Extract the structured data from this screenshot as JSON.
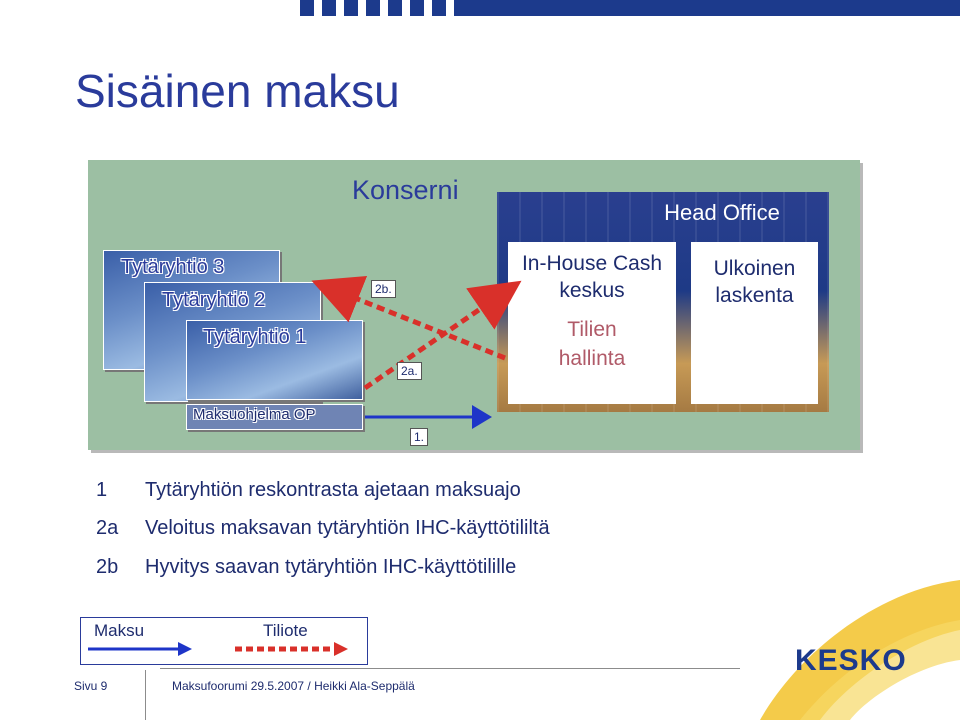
{
  "title": "Sisäinen maksu",
  "diagram": {
    "group_label": "Konserni",
    "head_office_label": "Head Office",
    "ihc": {
      "title_line1": "In-House Cash",
      "title_line2": "keskus",
      "sub_line1": "Tilien",
      "sub_line2": "hallinta"
    },
    "external": {
      "line1": "Ulkoinen",
      "line2": "laskenta"
    },
    "subsidiaries": [
      "Tytäryhtiö 3",
      "Tytäryhtiö 2",
      "Tytäryhtiö 1"
    ],
    "payment_program": "Maksuohjelma OP",
    "markers": {
      "m2b": "2b.",
      "m2a": "2a.",
      "m1": "1."
    }
  },
  "steps": [
    {
      "num": "1",
      "text": "Tytäryhtiön reskontrasta ajetaan maksuajo"
    },
    {
      "num": "2a",
      "text": "Veloitus maksavan tytäryhtiön IHC-käyttötililtä"
    },
    {
      "num": "2b",
      "text": "Hyvitys saavan tytäryhtiön IHC-käyttötilille"
    }
  ],
  "legend": {
    "payment": "Maksu",
    "statement": "Tiliote"
  },
  "footer": {
    "page": "Sivu 9",
    "text": "Maksufoorumi 29.5.2007  / Heikki Ala-Seppälä"
  },
  "logo_text": "KESKO",
  "colors": {
    "title": "#2a3b9b",
    "panel": "#9cbfa3",
    "payment_arrow": "#1e35c8",
    "statement_arrow": "#d9302a",
    "brand": "#1c3a8c",
    "accent_yellow": "#f2c22a"
  }
}
